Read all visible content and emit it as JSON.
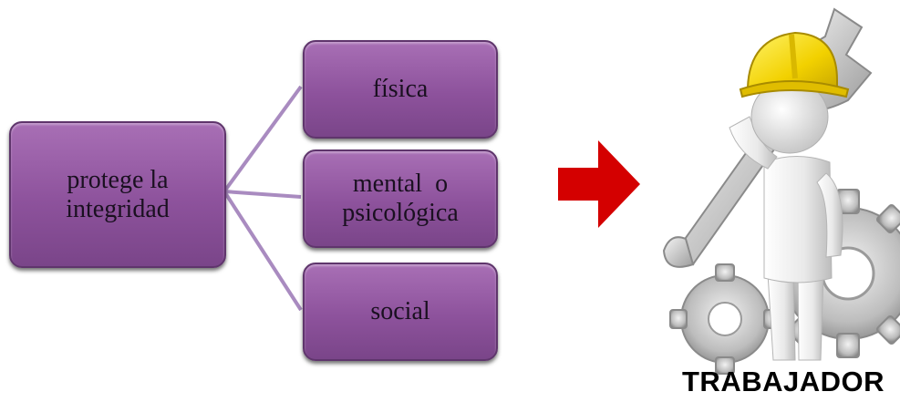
{
  "diagram": {
    "root": {
      "lines": [
        "protege la",
        "integridad"
      ]
    },
    "branches": [
      {
        "lines": [
          "física"
        ]
      },
      {
        "lines": [
          "mental  o",
          "psicológica"
        ]
      },
      {
        "lines": [
          "social"
        ]
      }
    ]
  },
  "arrow": {
    "color": "#d40000"
  },
  "figure": {
    "caption": "TRABAJADOR",
    "icon": "worker-with-wrench-and-gears-icon"
  },
  "colors": {
    "box_fill": "#8d529c",
    "connector": "#a98bc0",
    "hard_hat": "#f2d100"
  }
}
